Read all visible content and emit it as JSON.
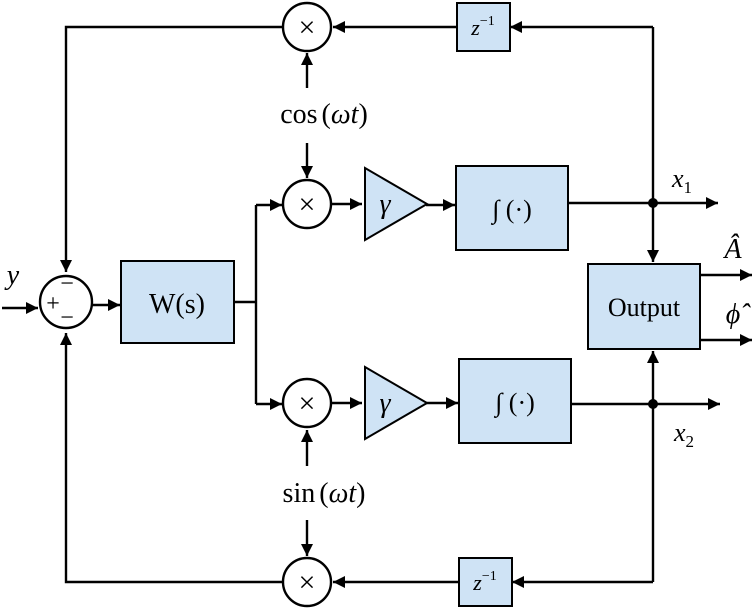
{
  "blocks": {
    "w_filter": "W(s)",
    "integrator": "∫ (·)",
    "output": "Output",
    "delay_base": "z",
    "delay_exp": "−1",
    "gain": "γ",
    "multiplier": "×"
  },
  "sum": {
    "plus": "+",
    "minus": "−"
  },
  "references": {
    "cos": {
      "func": "cos",
      "arg_open": "(",
      "arg": "ωt",
      "arg_close": ")"
    },
    "sin": {
      "func": "sin",
      "arg_open": "(",
      "arg": "ωt",
      "arg_close": ")"
    }
  },
  "signals": {
    "input": "y",
    "x1_base": "x",
    "x1_sub": "1",
    "x2_base": "x",
    "x2_sub": "2",
    "amplitude": "Â",
    "phase": "ϕ̂"
  }
}
